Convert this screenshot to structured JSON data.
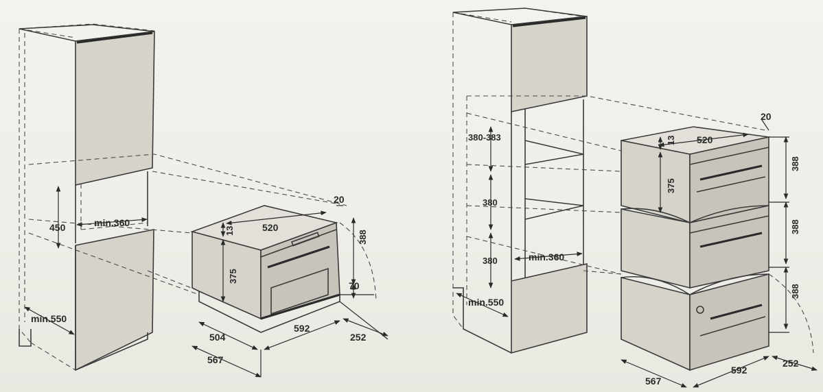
{
  "left": {
    "w520": "520",
    "w20": "20",
    "h13": "13",
    "h388": "388",
    "h375": "375",
    "h70": "70",
    "d592": "592",
    "d504": "504",
    "d252": "252",
    "d567": "567",
    "h450": "450",
    "minw360": "min.360",
    "mind550": "min.550"
  },
  "right": {
    "w20": "20",
    "w520": "520",
    "h13": "13",
    "h375": "375",
    "h388a": "388",
    "h388b": "388",
    "h388c": "388",
    "range": "380-383",
    "h380a": "380",
    "h380b": "380",
    "minw360": "min.360",
    "mind550": "min.550",
    "d567": "567",
    "d592": "592",
    "d252": "252"
  }
}
